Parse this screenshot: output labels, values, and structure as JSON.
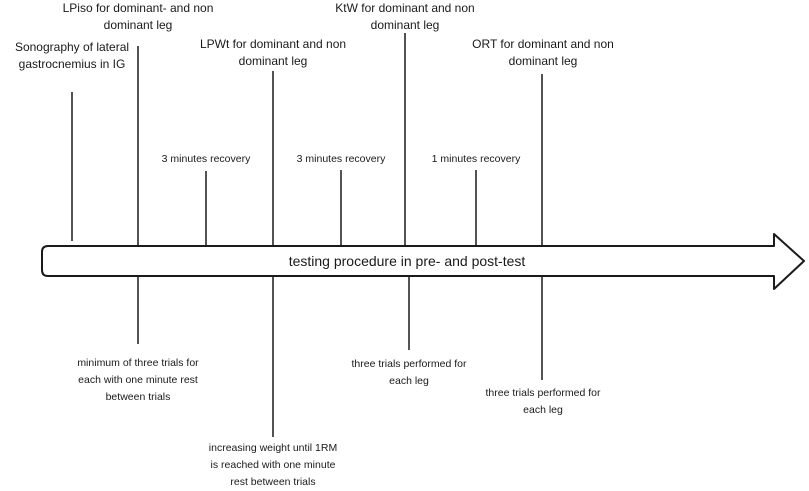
{
  "timeline": {
    "arrow_label": "testing procedure in pre- and post-test"
  },
  "above": [
    {
      "id": "sonography",
      "lines": [
        "Sonography of lateral",
        "gastrocnemius in IG"
      ]
    },
    {
      "id": "lpiso",
      "lines": [
        "LPiso for dominant- and non",
        "dominant leg"
      ]
    },
    {
      "id": "recovery1",
      "lines": [
        "3 minutes recovery"
      ]
    },
    {
      "id": "lpwt",
      "lines": [
        "LPWt for dominant and non",
        "dominant leg"
      ]
    },
    {
      "id": "recovery2",
      "lines": [
        "3 minutes recovery"
      ]
    },
    {
      "id": "ktw",
      "lines": [
        "KtW for dominant and non",
        "dominant leg"
      ]
    },
    {
      "id": "recovery3",
      "lines": [
        "1 minutes recovery"
      ]
    },
    {
      "id": "ort",
      "lines": [
        "ORT for dominant and non",
        "dominant leg"
      ]
    }
  ],
  "below": [
    {
      "id": "lpiso_detail",
      "lines": [
        "minimum of three trials for",
        "each with one minute rest",
        "between trials"
      ]
    },
    {
      "id": "lpwt_detail",
      "lines": [
        "increasing weight until 1RM",
        "is reached with one minute",
        "rest between trials"
      ]
    },
    {
      "id": "ktw_detail",
      "lines": [
        "three trials performed for",
        "each leg"
      ]
    },
    {
      "id": "ort_detail",
      "lines": [
        "three trials performed for",
        "each leg"
      ]
    }
  ]
}
